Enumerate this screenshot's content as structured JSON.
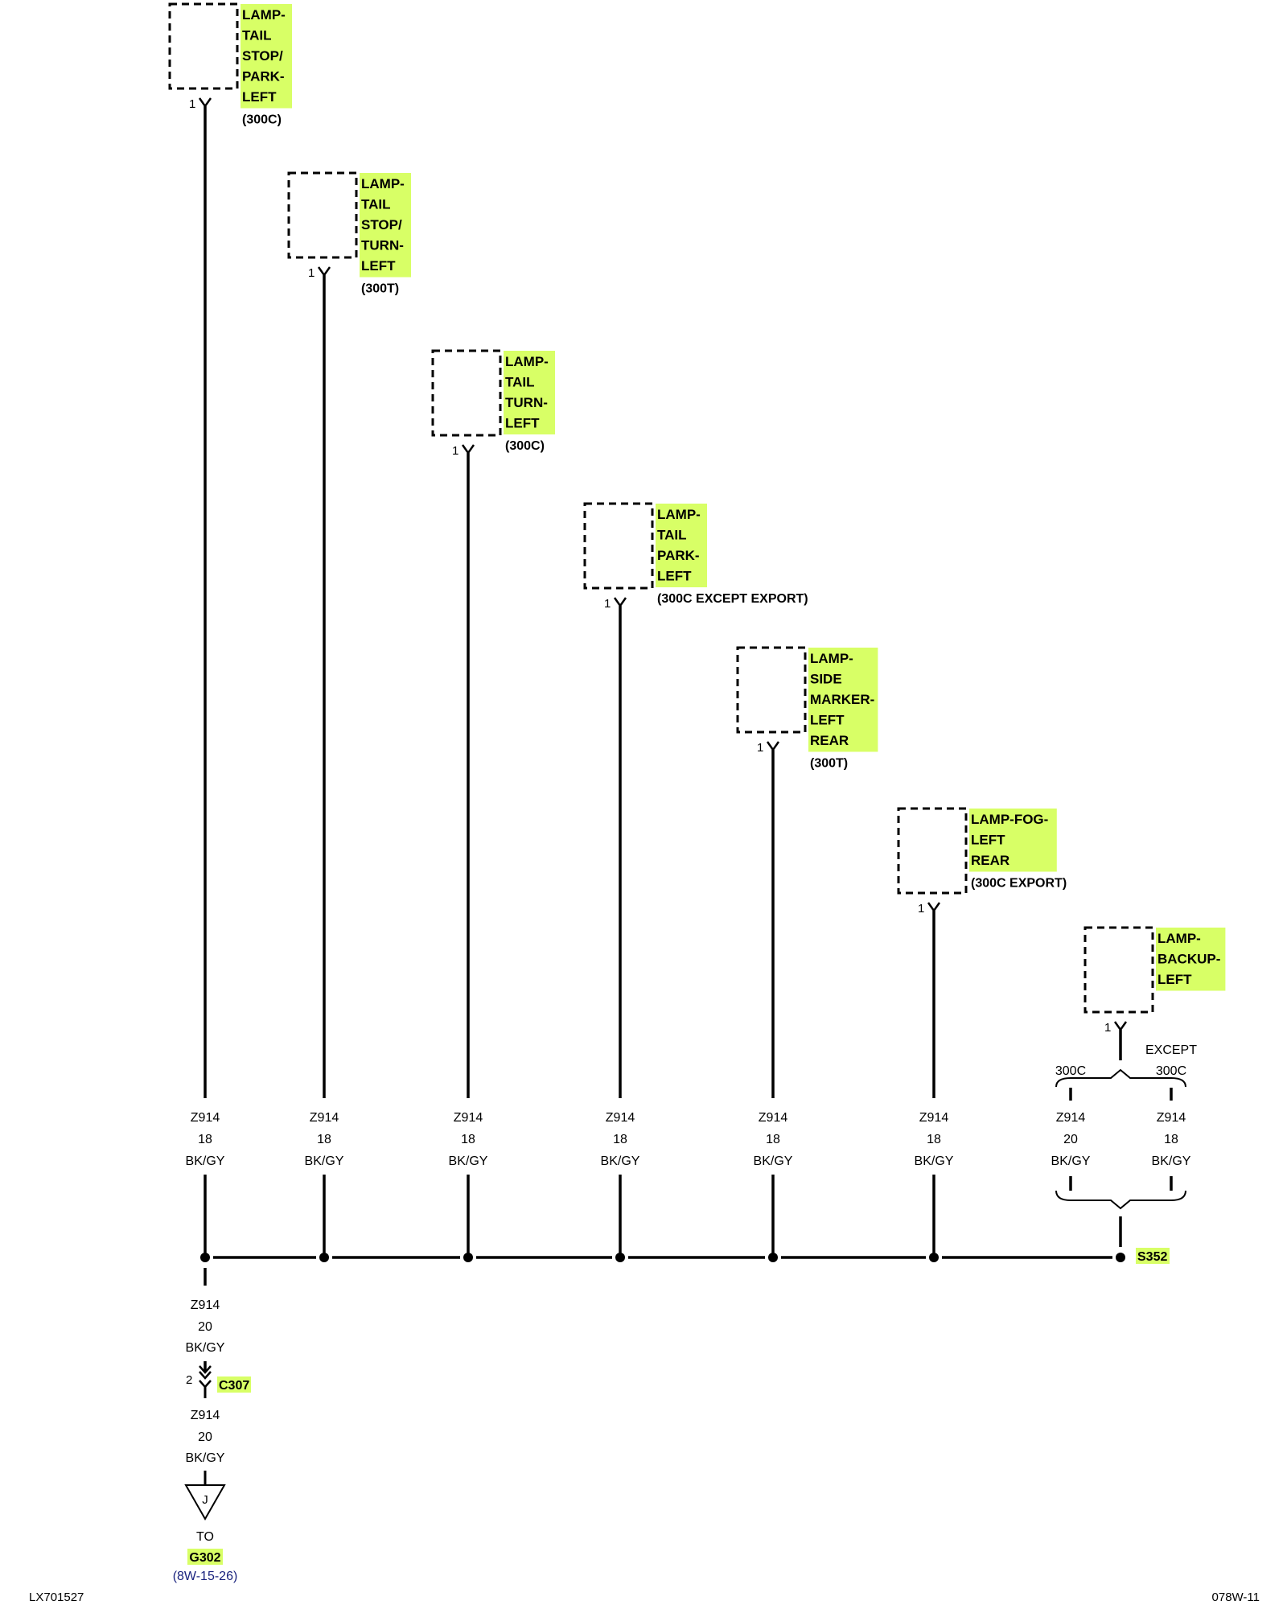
{
  "highlight_color": "#d8ff66",
  "lamps": [
    {
      "name_lines": [
        "LAMP-",
        "TAIL",
        "STOP/",
        "PARK-",
        "LEFT"
      ],
      "variant": "(300C)",
      "pin": "1",
      "wire": {
        "circuit": "Z914",
        "gauge": "18",
        "color": "BK/GY"
      }
    },
    {
      "name_lines": [
        "LAMP-",
        "TAIL",
        "STOP/",
        "TURN-",
        "LEFT"
      ],
      "variant": "(300T)",
      "pin": "1",
      "wire": {
        "circuit": "Z914",
        "gauge": "18",
        "color": "BK/GY"
      }
    },
    {
      "name_lines": [
        "LAMP-",
        "TAIL",
        "TURN-",
        "LEFT"
      ],
      "variant": "(300C)",
      "pin": "1",
      "wire": {
        "circuit": "Z914",
        "gauge": "18",
        "color": "BK/GY"
      }
    },
    {
      "name_lines": [
        "LAMP-",
        "TAIL",
        "PARK-",
        "LEFT"
      ],
      "variant": "(300C EXCEPT EXPORT)",
      "pin": "1",
      "wire": {
        "circuit": "Z914",
        "gauge": "18",
        "color": "BK/GY"
      }
    },
    {
      "name_lines": [
        "LAMP-",
        "SIDE",
        "MARKER-",
        "LEFT",
        "REAR"
      ],
      "variant": "(300T)",
      "pin": "1",
      "wire": {
        "circuit": "Z914",
        "gauge": "18",
        "color": "BK/GY"
      }
    },
    {
      "name_lines": [
        "LAMP-FOG-",
        "LEFT",
        "REAR"
      ],
      "variant": "(300C EXPORT)",
      "pin": "1",
      "wire": {
        "circuit": "Z914",
        "gauge": "18",
        "color": "BK/GY"
      }
    },
    {
      "name_lines": [
        "LAMP-",
        "BACKUP-",
        "LEFT"
      ],
      "variant": "",
      "pin": "1"
    }
  ],
  "backup_options": {
    "left_label": "300C",
    "right_label_lines": [
      "EXCEPT",
      "300C"
    ],
    "left_wire": {
      "circuit": "Z914",
      "gauge": "20",
      "color": "BK/GY"
    },
    "right_wire": {
      "circuit": "Z914",
      "gauge": "18",
      "color": "BK/GY"
    }
  },
  "splice": {
    "id": "S352"
  },
  "down_wire_1": {
    "circuit": "Z914",
    "gauge": "20",
    "color": "BK/GY"
  },
  "connector": {
    "id": "C307",
    "pin": "2"
  },
  "down_wire_2": {
    "circuit": "Z914",
    "gauge": "20",
    "color": "BK/GY"
  },
  "ground": {
    "symbol_letter": "J",
    "to_label": "TO",
    "id": "G302",
    "ref": "(8W-15-26)"
  },
  "footer": {
    "left": "LX701527",
    "right": "078W-11"
  }
}
